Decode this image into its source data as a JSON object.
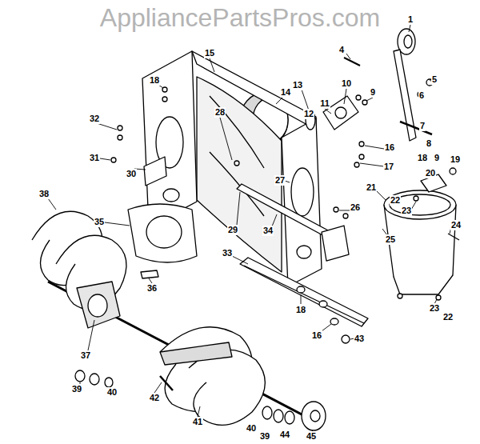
{
  "diagram": {
    "labels": [
      "AppliancePartsPros.com",
      "1",
      "4",
      "15",
      "5",
      "18",
      "13",
      "10",
      "14",
      "9",
      "6",
      "11",
      "28",
      "12",
      "32",
      "7",
      "8",
      "16",
      "18",
      "9",
      "19",
      "31",
      "17",
      "20",
      "30",
      "27",
      "21",
      "38",
      "22",
      "26",
      "23",
      "35",
      "24",
      "29",
      "34",
      "25",
      "33",
      "36",
      "23",
      "18",
      "22",
      "16",
      "43",
      "37",
      "39",
      "40",
      "42",
      "41",
      "40",
      "39",
      "44",
      "45"
    ]
  }
}
